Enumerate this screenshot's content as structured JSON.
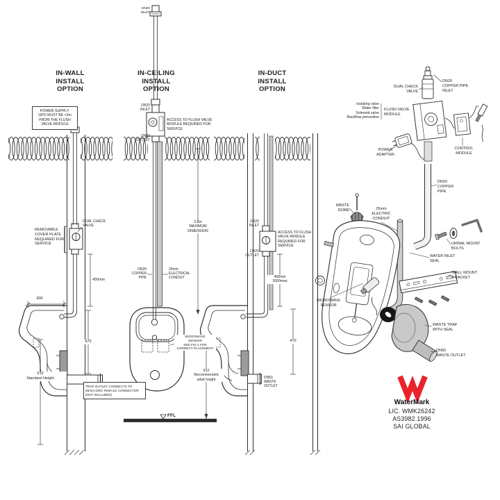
{
  "colors": {
    "ink": "#2b2b2b",
    "gray_fill": "#c9c9c9",
    "dark_fill": "#6f6f6f",
    "red": "#e8232a",
    "ground": "#2f2f2f"
  },
  "in_wall": {
    "title": "IN-WALL\nINSTALL\nOPTION",
    "power_note": "POWER SUPPLY:\nGPO MUST BE <3m\nFROM THE FLUSH\nVALVE MODULE",
    "removable_cover": "REMOVABLE\nCOVER PLATE\nREQUIRED FOR\nSERVICE",
    "dual_check_valve": "DUAL CHECK\nVALVE",
    "dim_width": "300",
    "dim_valve_to_rim": "450min",
    "dim_rim_to_outlet": "470",
    "dim_height": "610\nStandard Height",
    "trap_note": "TRAP OUTLET CONNECTS TO\n50mm DWV FEMALE CONNECTOR\n(NOT INCLUDED)"
  },
  "in_ceiling": {
    "title": "IN-CEILING\nINSTALL\nOPTION",
    "inlet_top": "DN20\nINLET",
    "inlet": "DN20\nINLET",
    "outlet": "DN20\nOUTLET",
    "access_note": "ACCESS TO FLUSH VALVE\nMODULE REQUIRED FOR\nSERVICE.",
    "dim_max": "2.8m\nMAXIMUM\nDIMENSION",
    "copper_pipe": "DN20\nCOPPER\nPIPE",
    "conduit": "25mm\nELECTRICAL\nCONDUIT",
    "sensor_note": "MICROWAVE\nSENSOR\nSEE FIG.4 FOR\nCORRECT PLACEMENT",
    "dim_height": "610\nRecommended\nadult height",
    "ffl": "FFL"
  },
  "in_duct": {
    "title": "IN-DUCT\nINSTALL\nOPTION",
    "inlet": "DN20\nINLET",
    "outlet": "DN20\nOUTLET",
    "access_note": "ACCESS TO FLUSH\nVALVE MODULE\nREQUIRED FOR\nSERVICE",
    "dim_module": "450min\n2600max",
    "dim_rim_to_outlet": "470",
    "waste_outlet": "DN50\nWASTE\nOUTLET"
  },
  "exploded": {
    "copper_pipe_inlet": "DN20\nCOPPER PIPE\nINLET",
    "dual_check_valve": "DUAL CHECK\nVALVE",
    "valve_functions": "Isolating valve\nWater filter\nSolenoid valve\nBackflow prevention",
    "flush_valve_module": "FLUSH VALVE\nMODULE",
    "power_adapter": "POWER\nADAPTER",
    "control_module": "CONTROL\nMODULE",
    "copper_pipe": "DN20\nCOPPER\nPIPE",
    "waste_dome": "WASTE\nDOME",
    "electric_conduit": "25mm\nELECTRIC\nCONDUIT",
    "urinal_mount_bolts": "URINAL MOUNT\nBOLTS",
    "water_inlet_seal": "WATER INLET\nSEAL",
    "wall_mount_bracket": "WALL MOUNT\nBRACKET",
    "microwave_sensor": "MICROWAVE\nSENSOR",
    "waste_trap": "WASTE TRAP\nWITH SEAL",
    "dn50_waste_outlet": "DN50\nWASTE OUTLET"
  },
  "watermark": {
    "brand": "WaterMark",
    "licence": "LIC. WMK26242",
    "standard": "AS3982.1996",
    "certifier": "SAI GLOBAL"
  }
}
